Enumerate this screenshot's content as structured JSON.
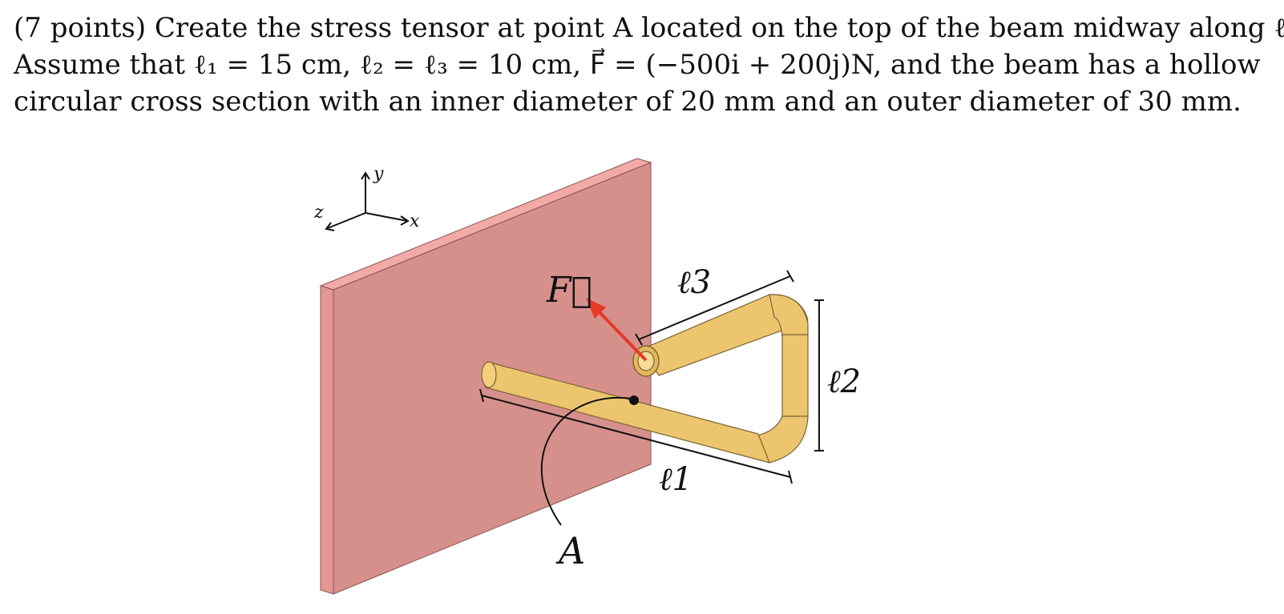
{
  "problem": {
    "line1": "(7 points) Create the stress tensor at point A located on the top of the beam midway along ℓ",
    "line2": "Assume that ℓ₁ = 15 cm, ℓ₂ = ℓ₃ = 10 cm, F⃗ = (−500i + 200j)N, and the beam has a hollow",
    "line3": "circular cross section with an inner diameter of 20 mm and an outer diameter of 30 mm."
  },
  "figure": {
    "axis_y": "y",
    "axis_x": "x",
    "axis_z": "z",
    "force_label": "F⃗",
    "l1_label": "ℓ1",
    "l2_label": "ℓ2",
    "l3_label": "ℓ3",
    "point_label": "A",
    "colors": {
      "wall_face": "#d9908c",
      "wall_edge": "#ef9e9a",
      "beam": "#edc46c",
      "beam_dark": "#c9a04f",
      "force_arrow": "#e53a26"
    }
  }
}
